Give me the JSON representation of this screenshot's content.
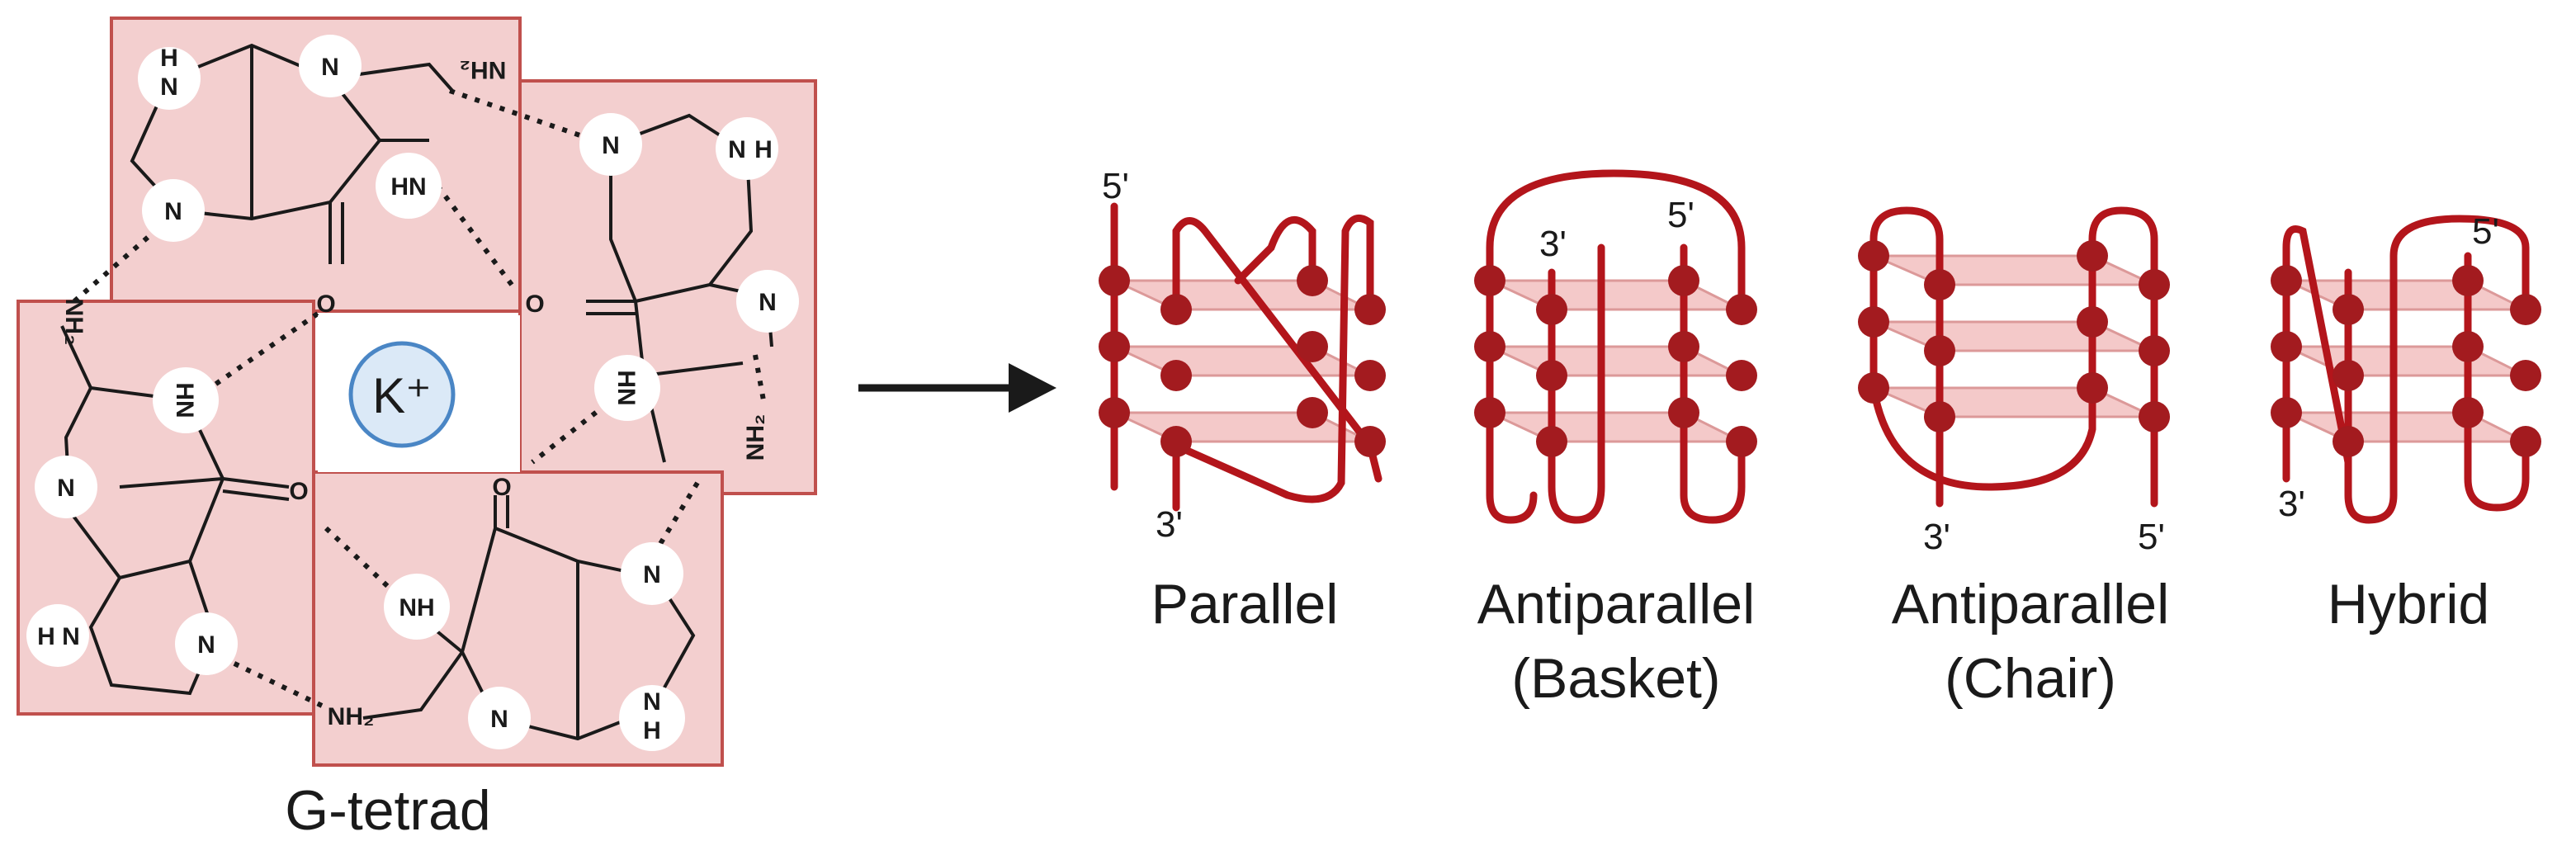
{
  "colors": {
    "box_fill": "#f3cfcf",
    "box_stroke": "#c0504d",
    "strand": "#b3151b",
    "bead": "#a31b1f",
    "plane_fill": "#f3c4c4",
    "plane_stroke": "#d98e8e",
    "ion_fill": "#dbe9f7",
    "ion_stroke": "#4a86c5",
    "bond": "#1a1a1a"
  },
  "tetrad": {
    "caption": "G-tetrad",
    "ion": "K⁺",
    "atoms": {
      "top": [
        "H\nN",
        "N",
        "N",
        "HN",
        "NH₂",
        "O"
      ],
      "right": [
        "N",
        "N\nH",
        "N",
        "NH",
        "NH₂",
        "O"
      ],
      "bottom": [
        "NH",
        "N",
        "N",
        "N\nH",
        "NH₂",
        "O"
      ],
      "left": [
        "HN",
        "N",
        "H\nN",
        "N",
        "NH₂",
        "O"
      ]
    }
  },
  "topologies": [
    {
      "caption_lines": [
        "Parallel"
      ],
      "five_prime": "5'",
      "three_prime": "3'"
    },
    {
      "caption_lines": [
        "Antiparallel",
        "(Basket)"
      ],
      "five_prime": "5'",
      "three_prime": "3'"
    },
    {
      "caption_lines": [
        "Antiparallel",
        "(Chair)"
      ],
      "five_prime": "5'",
      "three_prime": "3'"
    },
    {
      "caption_lines": [
        "Hybrid"
      ],
      "five_prime": "5'",
      "three_prime": "3'"
    }
  ]
}
